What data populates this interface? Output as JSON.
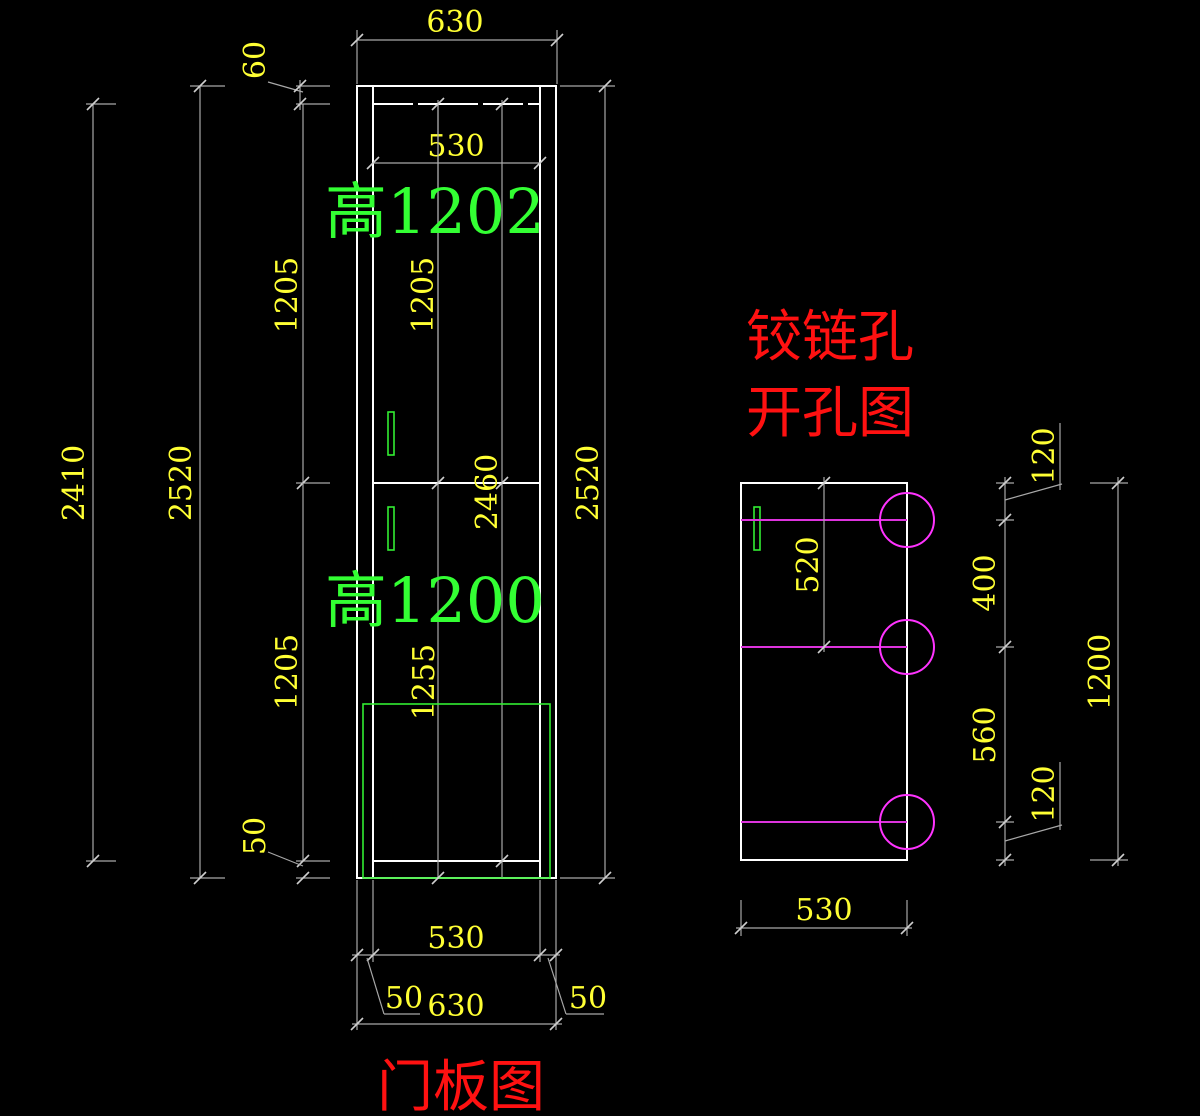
{
  "door_panel": {
    "title": "门板图",
    "note_upper": "高1202",
    "note_lower": "高1200",
    "dims": {
      "top_width": "630",
      "inner_width": "530",
      "top_offset": "60",
      "bottom_offset": "50",
      "upper_height": "1205",
      "upper_inner_height": "1205",
      "lower_height": "1205",
      "lower_inner_height": "1255",
      "center_height": "2460",
      "left_total": "2410",
      "total_height": "2520",
      "right_total": "2520",
      "bottom_inner": "530",
      "bottom_total": "630",
      "bottom_left_edge": "50",
      "bottom_right_edge": "50"
    }
  },
  "hinge_drawing": {
    "title_line1": "铰链孔",
    "title_line2": "开孔图",
    "dims": {
      "width": "530",
      "hole_depth": "520",
      "top_offset": "120",
      "spacing_top": "400",
      "spacing_bottom": "560",
      "bottom_offset": "120",
      "total_height": "1200"
    },
    "hole_count": 3
  },
  "colors": {
    "background": "#000000",
    "outline": "#ffffff",
    "dimension_text": "#ffff33",
    "notes": "#33ff33",
    "titles": "#ff1111",
    "hinge_holes": "#ff33ff"
  }
}
